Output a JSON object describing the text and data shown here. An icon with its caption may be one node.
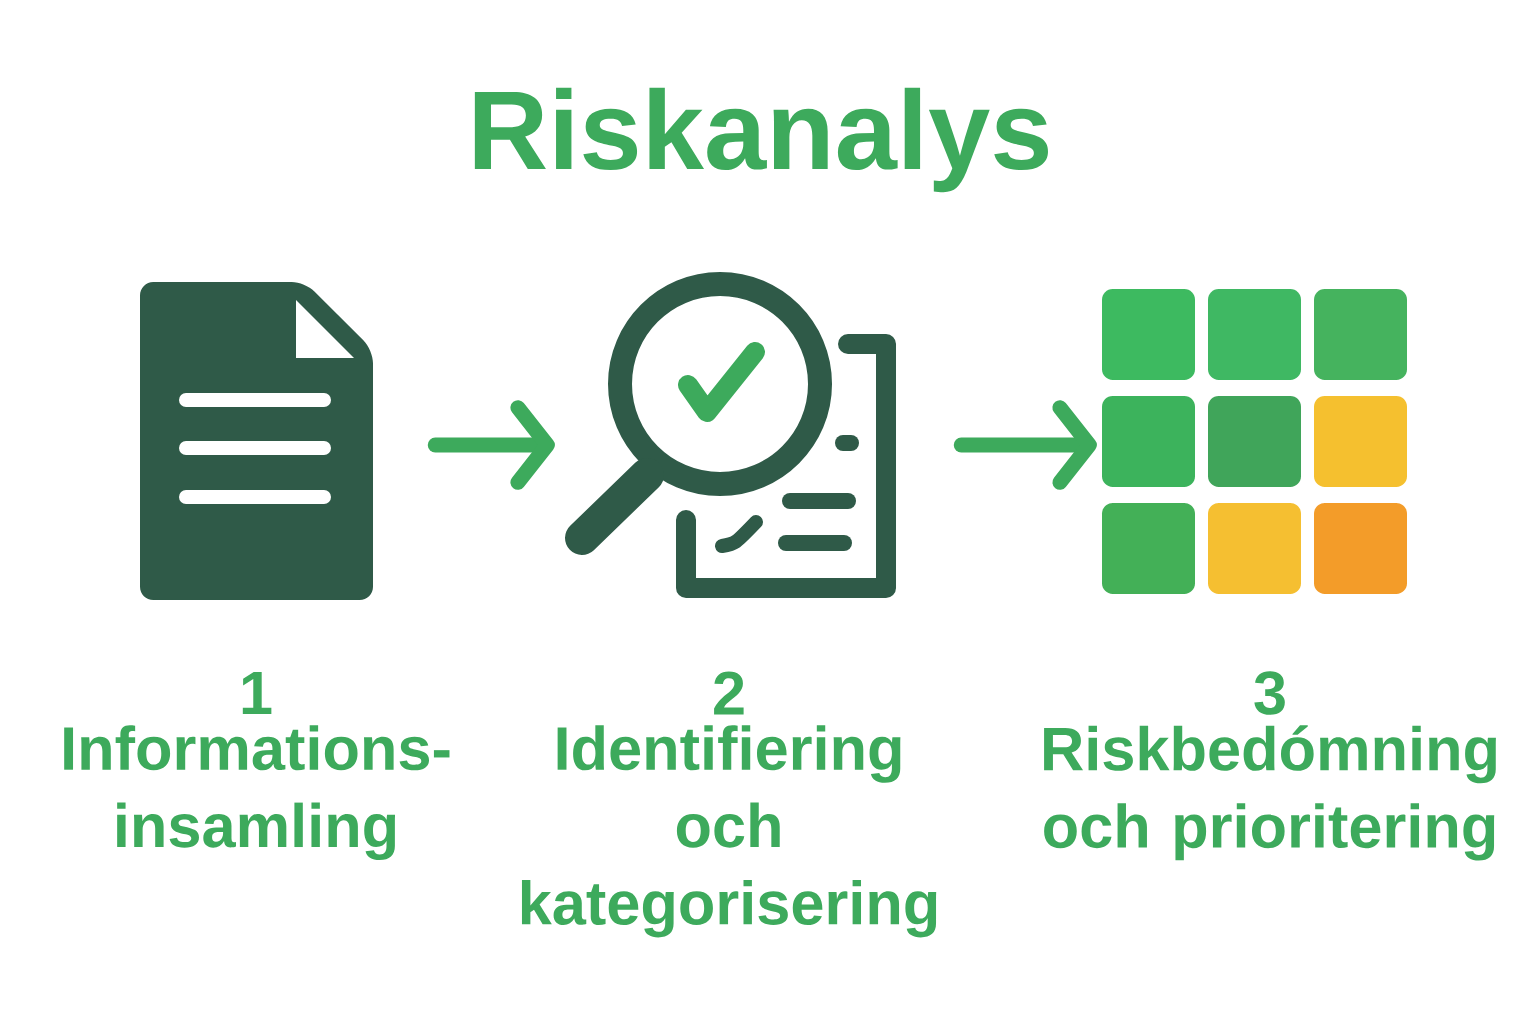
{
  "diagram": {
    "title": "Riskanalys",
    "nodes": [
      {
        "text": [],
        "shape": "picture",
        "beside": [
          "1",
          "Informations- insamling"
        ]
      },
      {
        "text": [],
        "shape": "picture",
        "beside": [
          "2",
          "Identifiering och kategorisering"
        ]
      },
      {
        "text": [],
        "shape": "picture",
        "beside": [
          "3",
          "Riskbedómning och prioritering"
        ]
      }
    ],
    "edges": [
      {
        "from": 0,
        "to": 1,
        "arrow": "to"
      },
      {
        "from": 1,
        "to": 2,
        "arrow": "to"
      }
    ]
  }
}
